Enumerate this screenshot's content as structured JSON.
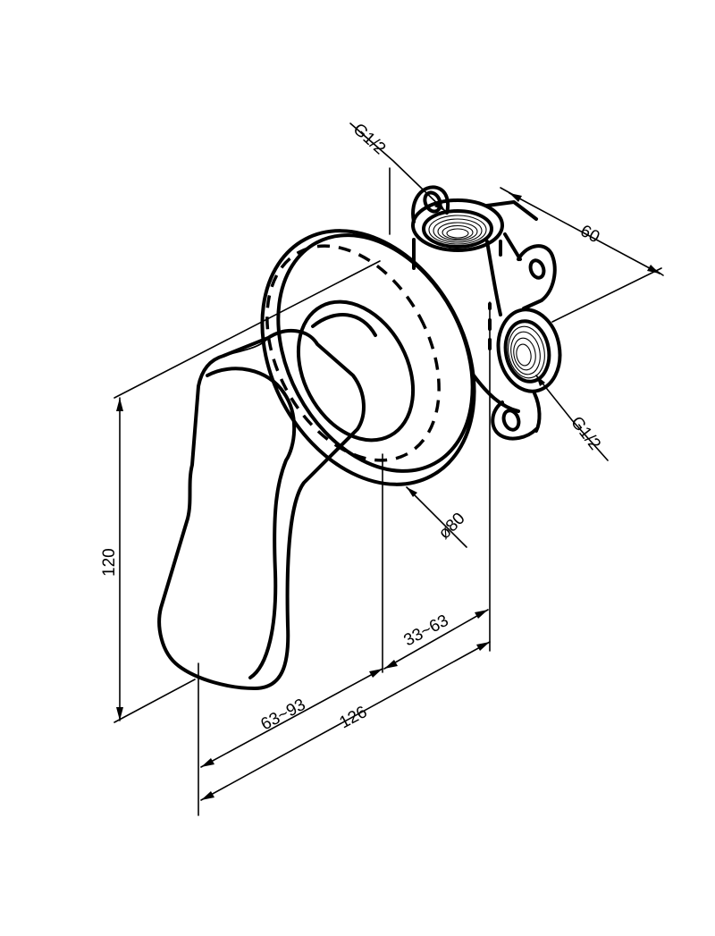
{
  "drawing": {
    "labels": {
      "inlet_top": "G1/2",
      "inlet_side": "G1/2",
      "depth": "60",
      "plate_diameter": "ø80",
      "height": "120",
      "wall_range_handle": "63~93",
      "wall_range_body": "33~63",
      "total_length": "126"
    }
  }
}
